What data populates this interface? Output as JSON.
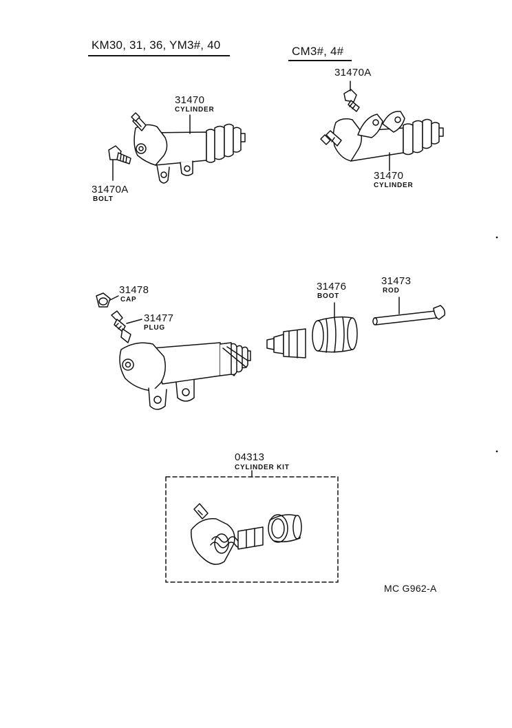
{
  "headings": {
    "left_group": "KM30, 31, 36, YM3#, 40",
    "right_group": "CM3#, 4#"
  },
  "parts": {
    "top_left_cylinder": {
      "number": "31470",
      "name": "CYLINDER"
    },
    "top_left_bolt": {
      "number": "31470A",
      "name": "BOLT"
    },
    "top_right_bolt": {
      "number": "31470A"
    },
    "top_right_cylinder": {
      "number": "31470",
      "name": "CYLINDER"
    },
    "cap": {
      "number": "31478",
      "name": "CAP"
    },
    "plug": {
      "number": "31477",
      "name": "PLUG"
    },
    "boot": {
      "number": "31476",
      "name": "BOOT"
    },
    "rod": {
      "number": "31473",
      "name": "ROD"
    },
    "kit": {
      "number": "04313",
      "name": "CYLINDER KIT"
    }
  },
  "figure_code": "MC  G962-A",
  "colors": {
    "ink": "#111111",
    "paper": "#ffffff"
  }
}
